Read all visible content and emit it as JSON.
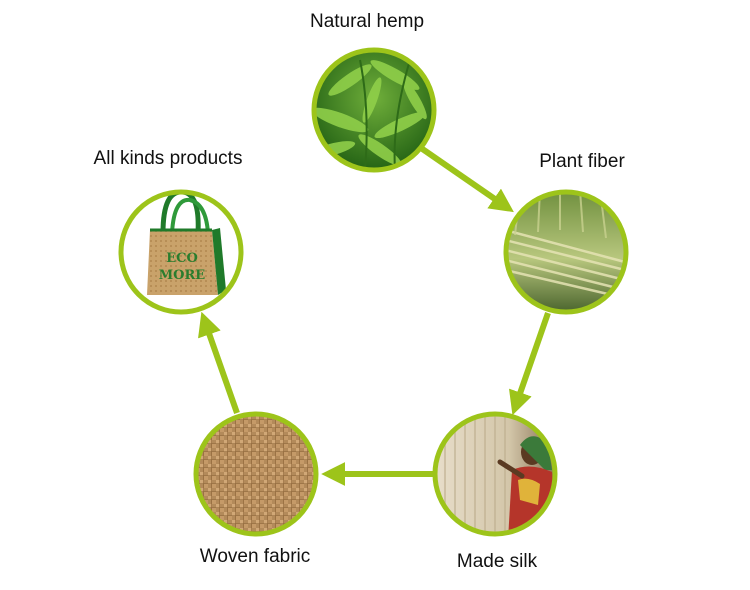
{
  "diagram": {
    "accent_color": "#9dc41a",
    "stages": [
      {
        "id": "hemp",
        "label": "Natural hemp",
        "icon": "hemp-leaves-photo"
      },
      {
        "id": "fiber",
        "label": "Plant fiber",
        "icon": "fiber-bundles-photo"
      },
      {
        "id": "silk",
        "label": "Made  silk",
        "icon": "woman-spinning-fiber-photo"
      },
      {
        "id": "fabric",
        "label": "Woven fabric",
        "icon": "burlap-weave-photo"
      },
      {
        "id": "products",
        "label": "All kinds  products",
        "icon": "jute-tote-bag-photo"
      }
    ],
    "bag_print": [
      "ECO",
      "MORE"
    ],
    "flow": [
      "hemp",
      "fiber",
      "silk",
      "fabric",
      "products"
    ]
  }
}
